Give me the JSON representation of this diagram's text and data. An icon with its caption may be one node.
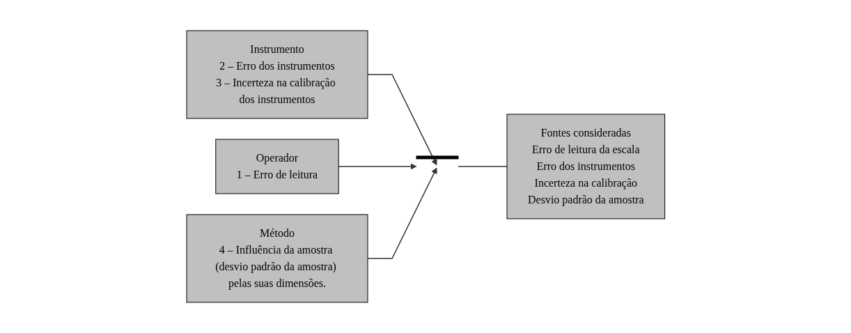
{
  "diagram": {
    "nodes": [
      {
        "text": [
          "Instrumento",
          "2 – Erro dos instrumentos",
          "3 – Incerteza na calibração dos instrumentos"
        ]
      },
      {
        "text": [
          "Operador",
          "1 – Erro de leitura"
        ]
      },
      {
        "text": [
          "Método",
          "4 – Influência da amostra (desvio padrão da amostra) pelas suas dimensões."
        ]
      },
      {
        "text": [
          "Fontes consideradas",
          "Erro de leitura da escala",
          "Erro dos instrumentos",
          "Incerteza na calibração",
          "Desvio padrão da amostra"
        ]
      },
      {
        "text": [],
        "shape": "bar"
      }
    ],
    "edges": [
      {
        "from": 0,
        "to": 4,
        "arrow": "to"
      },
      {
        "from": 1,
        "to": 4,
        "arrow": "to"
      },
      {
        "from": 2,
        "to": 4,
        "arrow": "to"
      },
      {
        "from": 4,
        "to": 3,
        "arrow": "none"
      }
    ]
  }
}
